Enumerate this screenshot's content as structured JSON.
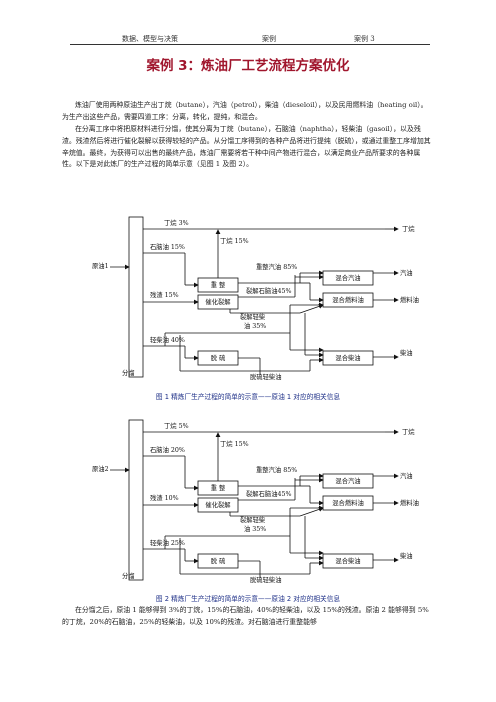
{
  "header": {
    "left": "数据、模型与决策",
    "center": "案例",
    "right": "案例 3"
  },
  "title": "案例 3：炼油厂工艺流程方案优化",
  "paragraphs": [
    "炼油厂使用两种原油生产出丁烷（butane），汽油（petrol），柴油（dieseloil），以及民用燃料油（heating oil）。为生产出这些产品，需要四道工序：分离，转化，提纯，和混合。",
    "在分离工序中将把原材料进行分馏，使其分离为丁烷（butane），石脑油（naphtha），轻柴油（gasoil），以及残渣。残渣然后将进行催化裂解以获得较轻的产品。从分馏工序得到的各种产品将进行提纯（脱硫），或通过重整工序增加其辛烷值。最终，为获得可以出售的最终产品，炼油厂需要将若干种中间产物进行混合，以满足商业产品所要求的各种属性。以下是对此炼厂的生产过程的简单示意（见图 1 及图 2）。"
  ],
  "figure1": {
    "labels": {
      "crude": "原油1",
      "distill": "分馏",
      "butane": "丁烷 3%",
      "naphtha": "石脑油 15%",
      "residue": "残渣 15%",
      "gasoil": "轻柴油 40%",
      "reform_butane": "丁烷 15%",
      "reformed": "重整汽油 85%",
      "cracked_naphtha": "裂解石脑油45%",
      "cracked_gasoil_1": "裂解轻柴",
      "cracked_gasoil_2": "油 35%",
      "desulf_gasoil": "脱硫轻柴油",
      "out_butane": "丁烷",
      "out_petrol": "汽油",
      "out_heating": "燃料油",
      "out_diesel": "柴油"
    },
    "boxes": {
      "reform": "重 整",
      "crack": "催化裂解",
      "desulf": "脱 硫",
      "blend_petrol": "混合汽油",
      "blend_heating": "混合燃料油",
      "blend_diesel": "混合柴油"
    },
    "caption": "图 1  精炼厂生产过程的简单的示意——原油 1 对应的相关信息"
  },
  "figure2": {
    "labels": {
      "crude": "原油2",
      "distill": "分馏",
      "butane": "丁烷 5%",
      "naphtha": "石脑油 20%",
      "residue": "残渣 10%",
      "gasoil": "轻柴油 25%",
      "reform_butane": "丁烷 15%",
      "reformed": "重整汽油 85%",
      "cracked_naphtha": "裂解石脑油45%",
      "cracked_gasoil_1": "裂解轻柴",
      "cracked_gasoil_2": "油 35%",
      "desulf_gasoil": "脱硫轻柴油",
      "out_butane": "丁烷",
      "out_petrol": "汽油",
      "out_heating": "燃料油",
      "out_diesel": "柴油"
    },
    "boxes": {
      "reform": "重 整",
      "crack": "催化裂解",
      "desulf": "脱 硫",
      "blend_petrol": "混合汽油",
      "blend_heating": "混合燃料油",
      "blend_diesel": "混合柴油"
    },
    "caption": "图 2  精炼厂生产过程的简单的示意——原油 2 对应的相关信息"
  },
  "bottom_text": "在分馏之后，原油 1 能够得到 3%的丁烷，15%的石脑油，40%的轻柴油，以及 15%的残渣。原油 2 能够得到 5%的丁烷，20%的石脑油，25%的轻柴油，以及 10%的残渣。对石脑油进行重整能够"
}
